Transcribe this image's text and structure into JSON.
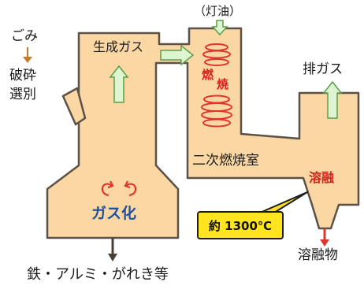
{
  "labels": {
    "waste": "ごみ",
    "crush_sort": [
      "破砕",
      "選別"
    ],
    "kerosene": "（灯油）",
    "product_gas": "生成ガス",
    "combustion": [
      "燃",
      "焼"
    ],
    "exhaust_gas": "排ガス",
    "secondary_combustion_chamber": "二次燃焼室",
    "melting": "溶融",
    "gasification": "ガス化",
    "temperature": "約 1300℃",
    "molten_product": "溶融物",
    "residue": "鉄・アルミ・がれき等"
  },
  "colors": {
    "vessel_fill": "#fad7a3",
    "vessel_outline": "#5b5148",
    "arrow_green_fill": "#dff5d2",
    "arrow_green_stroke": "#5a9e47",
    "flame_red": "#e0352a",
    "text_red": "#d8231c",
    "text_blue": "#1f4f9e",
    "callout_yellow": "#ffe41f"
  }
}
